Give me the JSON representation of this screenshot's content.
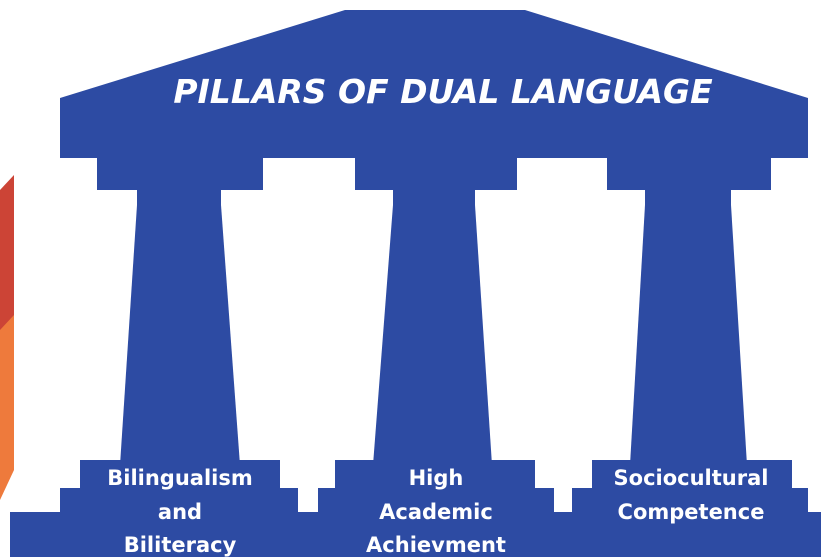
{
  "diagram": {
    "title": "PILLARS OF DUAL LANGUAGE",
    "pillars": [
      {
        "lines": [
          "Bilingualism",
          "and",
          "Biliteracy"
        ]
      },
      {
        "lines": [
          "High",
          "Academic",
          "Achievment"
        ]
      },
      {
        "lines": [
          "Sociocultural",
          "Competence"
        ]
      }
    ]
  },
  "colors": {
    "structure": "#2d4ba3",
    "label_text": "#ffffff",
    "background": "#ffffff",
    "edge_accent_red": "#cc4436",
    "edge_accent_orange": "#ee7a3c"
  }
}
